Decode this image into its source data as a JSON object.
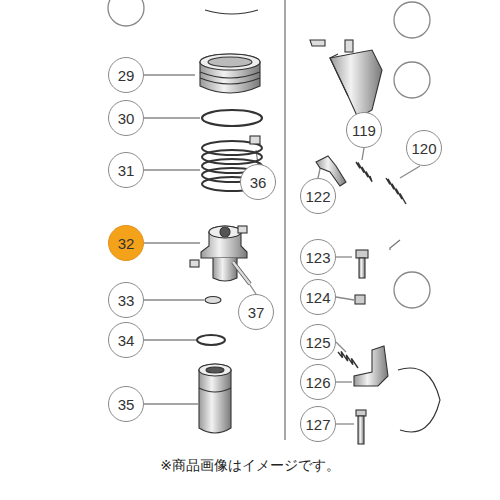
{
  "diagram": {
    "caption": "※商品画像はイメージです。",
    "nodes": [
      {
        "text": [
          "29"
        ]
      },
      {
        "text": [
          "30"
        ]
      },
      {
        "text": [
          "31"
        ]
      },
      {
        "text": [
          "36"
        ]
      },
      {
        "text": [
          "32"
        ]
      },
      {
        "text": [
          "33"
        ]
      },
      {
        "text": [
          "34"
        ]
      },
      {
        "text": [
          "37"
        ]
      },
      {
        "text": [
          "35"
        ]
      },
      {
        "text": [
          "119"
        ]
      },
      {
        "text": [
          "120"
        ]
      },
      {
        "text": [
          "122"
        ]
      },
      {
        "text": [
          "123"
        ]
      },
      {
        "text": [
          "124"
        ]
      },
      {
        "text": [
          "125"
        ]
      },
      {
        "text": [
          "126"
        ]
      },
      {
        "text": [
          "127"
        ]
      }
    ],
    "edges": []
  }
}
